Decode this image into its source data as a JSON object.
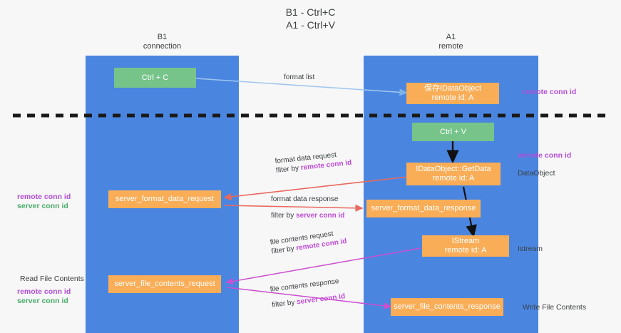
{
  "title": "B1 - Ctrl+C\nA1 - Ctrl+V",
  "columns": [
    {
      "name": "b1",
      "label": "B1\nconnection"
    },
    {
      "name": "a1",
      "label": "A1\nremote"
    }
  ],
  "boxes": {
    "ctrl_c": "Ctrl + C",
    "ctrl_v": "Ctrl + V",
    "save_idataobject": "保存IDataObject\nremote id: A",
    "getdata": "IDataObject::GetData\nremote id: A",
    "istream": "IStream\nremote id: A",
    "server_format_data_request": "server_format_data_request",
    "server_format_data_response": "server_format_data_response",
    "server_file_contents_request": "server_file_contents_request",
    "server_file_contents_response": "server_file_contents_response"
  },
  "right_notes": {
    "remote_conn_id_top": "remote conn id",
    "remote_conn_id_mid": "remote conn id",
    "dataobject": "DataObject",
    "istream": "Istream",
    "write_file_contents": "Write File Contents"
  },
  "left_notes": {
    "remote_conn_id_mid": "remote conn id",
    "server_conn_id_mid": "server conn id",
    "read_file_contents": "Read File Contents",
    "remote_conn_id_bottom": "remote conn id",
    "server_conn_id_bottom": "server conn id"
  },
  "edges": {
    "format_list": "format list",
    "format_data_request": "format data request",
    "format_data_request_filter_prefix": "filter by ",
    "format_data_request_filter_key": "remote conn id",
    "format_data_response": "format data response",
    "format_data_response_filter_prefix": "filter by ",
    "format_data_response_filter_key": "server conn id",
    "file_contents_request": "file contents request",
    "file_contents_request_filter_prefix": "filter by ",
    "file_contents_request_filter_key": "remote conn id",
    "file_contents_response": "file contents response",
    "file_contents_response_filter_prefix": "filter by ",
    "file_contents_response_filter_key": "server conn id"
  },
  "colors": {
    "lane": "#4a86e0",
    "green_box": "#76c48a",
    "orange_box": "#f9ad57",
    "purple_text": "#b44cd6",
    "green_text": "#4aab6a",
    "blue_arrow": "#9fc6ef",
    "red_arrow": "#e8695f",
    "magenta_arrow": "#cc4ed0",
    "black_arrow": "#1a1a1a",
    "background": "#f7f7f7"
  }
}
